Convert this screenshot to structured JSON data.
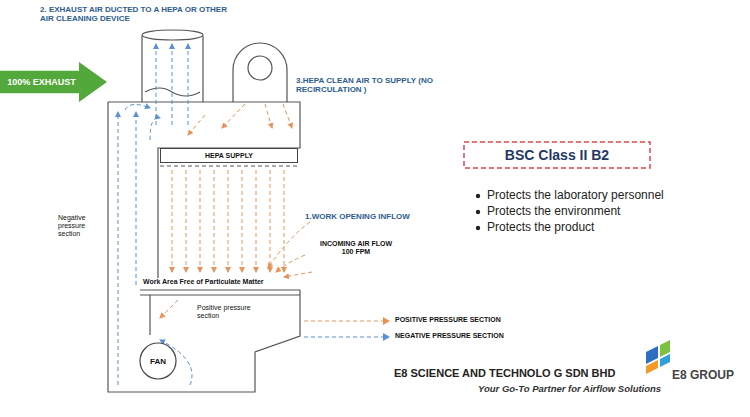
{
  "diagram": {
    "nodes": [
      {
        "text": [
          "100% EXHAUST"
        ]
      },
      {
        "text": [
          "HEPA SUPPLY"
        ]
      },
      {
        "text": [
          "BSC Class II B2"
        ]
      },
      {
        "text": [
          "FAN"
        ]
      }
    ],
    "labels": [
      "2. EXHAUST AIR DUCTED TO A HEPA OR OTHER AIR CLEANING DEVICE",
      "3.HEPA CLEAN AIR TO SUPPLY (NO RECIRCULATION )",
      "1.WORK OPENING INFLOW",
      "INCOMING AIR FLOW 100 FPM",
      "Negative pressure section",
      "Work Area Free of Particulate Matter",
      "Positive pressure section",
      "Protects the laboratory personnel",
      "Protects the environment",
      "Protects the product",
      "E8 SCIENCE AND TECHNOLO G SDN BHD",
      "Your Go-To Partner for Airflow Solutions",
      "E8 GROUP"
    ],
    "legend": [
      {
        "text": "POSITIVE PRESSURE SECTION"
      },
      {
        "text": "NEGATIVE PRESSURE SECTION"
      }
    ]
  }
}
